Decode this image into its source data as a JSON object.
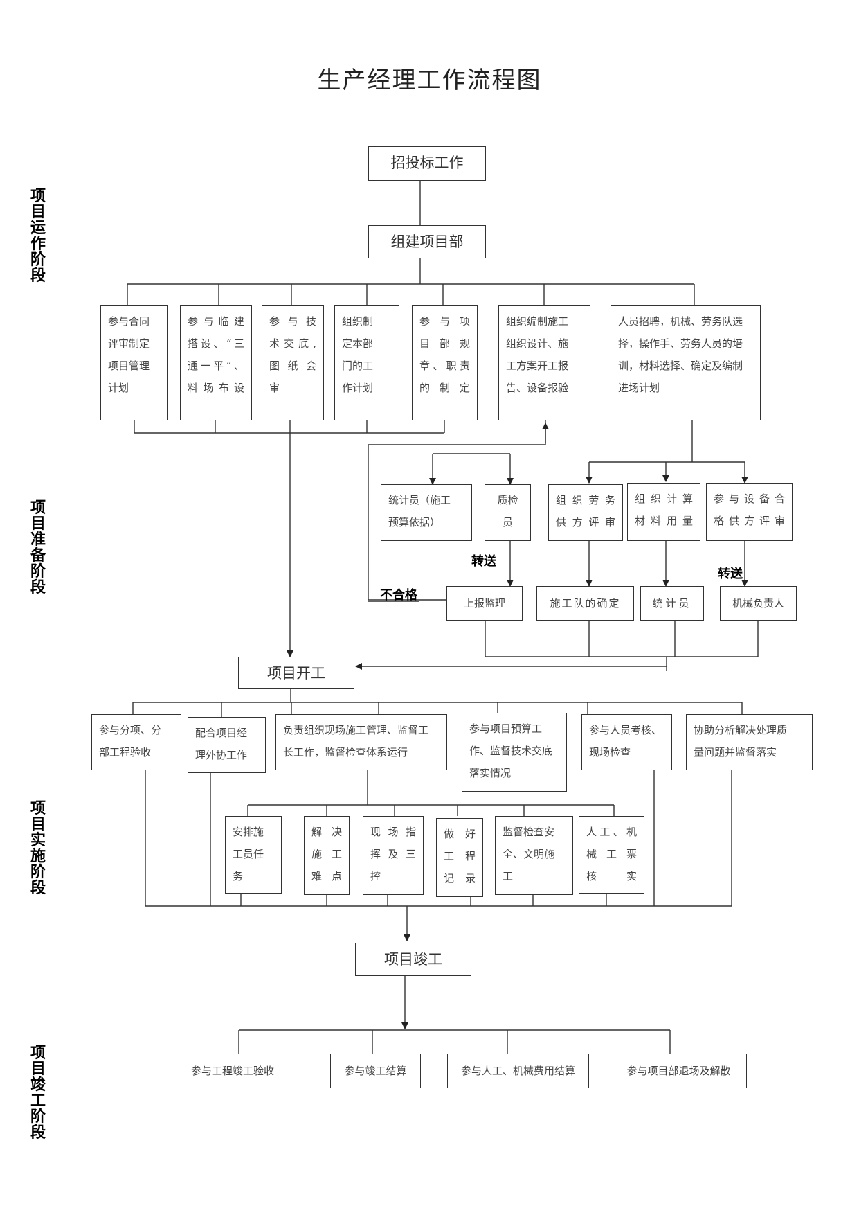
{
  "title": "生产经理工作流程图",
  "phases": {
    "operation": "项目运作阶段",
    "preparation": "项目准备阶段",
    "implementation": "项目实施阶段",
    "completion": "项目竣工阶段"
  },
  "main_steps": {
    "bidding": "招投标工作",
    "setup": "组建项目部",
    "start": "项目开工",
    "completion": "项目竣工"
  },
  "prep_tasks": [
    "参与合同\n评审制定\n项目管理\n计划",
    "参与临建\n搭设、“三\n通一平”、\n料场布设",
    "参与技\n术交底,\n图纸会\n审",
    "组织制\n定本部\n门的工\n作计划",
    "参与项\n目部规\n章、职责\n的制定",
    "组织编制施工\n组织设计、施\n工方案开工报\n告、设备报验",
    "人员招聘，机械、劳务队选\n择，操作手、劳务人员的培\n训，材料选择、确定及编制\n进场计划"
  ],
  "prep_roles": [
    "统计员（施工\n预算依据）",
    "质检\n员"
  ],
  "prep_selection": [
    "组织劳务\n供方评审",
    "组织计算\n材料用量",
    "参与设备合\n格供方评审"
  ],
  "prep_results": [
    "上报监理",
    "施工队的确定",
    "统计员",
    "机械负责人"
  ],
  "flow_labels": {
    "transfer_1": "转送",
    "transfer_2": "转送",
    "unqualified": "不合格"
  },
  "impl_tasks": [
    "参与分项、分\n部工程验收",
    "配合项目经\n理外协工作",
    "负责组织现场施工管理、监督工\n长工作，监督检查体系运行",
    "参与项目预算工\n作、监督技术交底\n落实情况",
    "参与人员考核、\n现场检查",
    "协助分析解决处理质\n量问题并监督落实"
  ],
  "impl_subtasks": [
    "安排施\n工员任\n务",
    "解决\n施工\n难点",
    "现场指\n挥及三\n控",
    "做好\n工程\n记录",
    "监督检查安\n全、文明施\n工",
    "人工、机\n械工票\n核实"
  ],
  "completion_tasks": [
    "参与工程竣工验收",
    "参与竣工结算",
    "参与人工、机械费用结算",
    "参与项目部退场及解散"
  ]
}
